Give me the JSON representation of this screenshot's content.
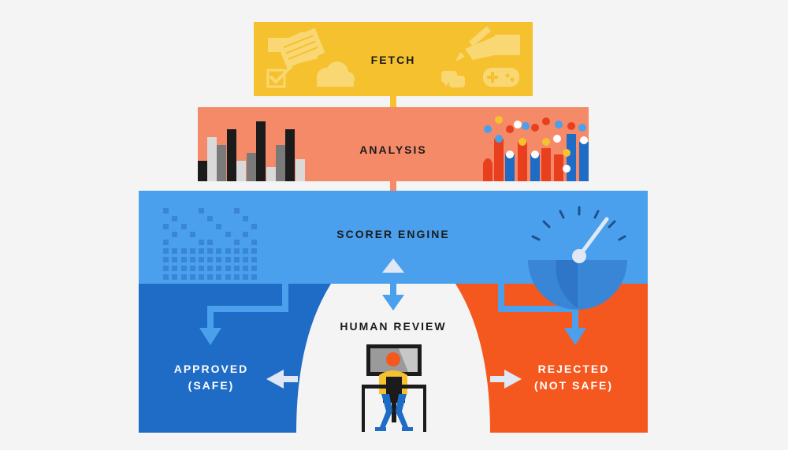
{
  "diagram": {
    "stages": {
      "fetch": "FETCH",
      "analysis": "ANALYSIS",
      "scorer": "SCORER ENGINE",
      "review": "HUMAN REVIEW"
    },
    "outcomes": {
      "approved_line1": "APPROVED",
      "approved_line2": "(SAFE)",
      "rejected_line1": "REJECTED",
      "rejected_line2": "(NOT SAFE)"
    },
    "colors": {
      "background": "#f4f4f4",
      "fetch": "#f5c12e",
      "fetch_icons": "#f9d772",
      "analysis": "#f58a68",
      "scorer": "#4aa0ec",
      "scorer_dark": "#3a86d6",
      "approved": "#1f6cc6",
      "rejected": "#f5581f",
      "arrow_light": "#dfe8f4",
      "text_dark": "#1c1c1c",
      "text_light": "#ffffff"
    },
    "icons": [
      "handshake-icon",
      "notepad-icon",
      "checkbox-icon",
      "cloud-icon",
      "pen-icon",
      "chat-bubbles-icon",
      "gamepad-icon",
      "bar-chart-icon",
      "dot-chart-icon",
      "pixel-equalizer-icon",
      "gauge-icon",
      "person-at-computer-icon"
    ]
  }
}
